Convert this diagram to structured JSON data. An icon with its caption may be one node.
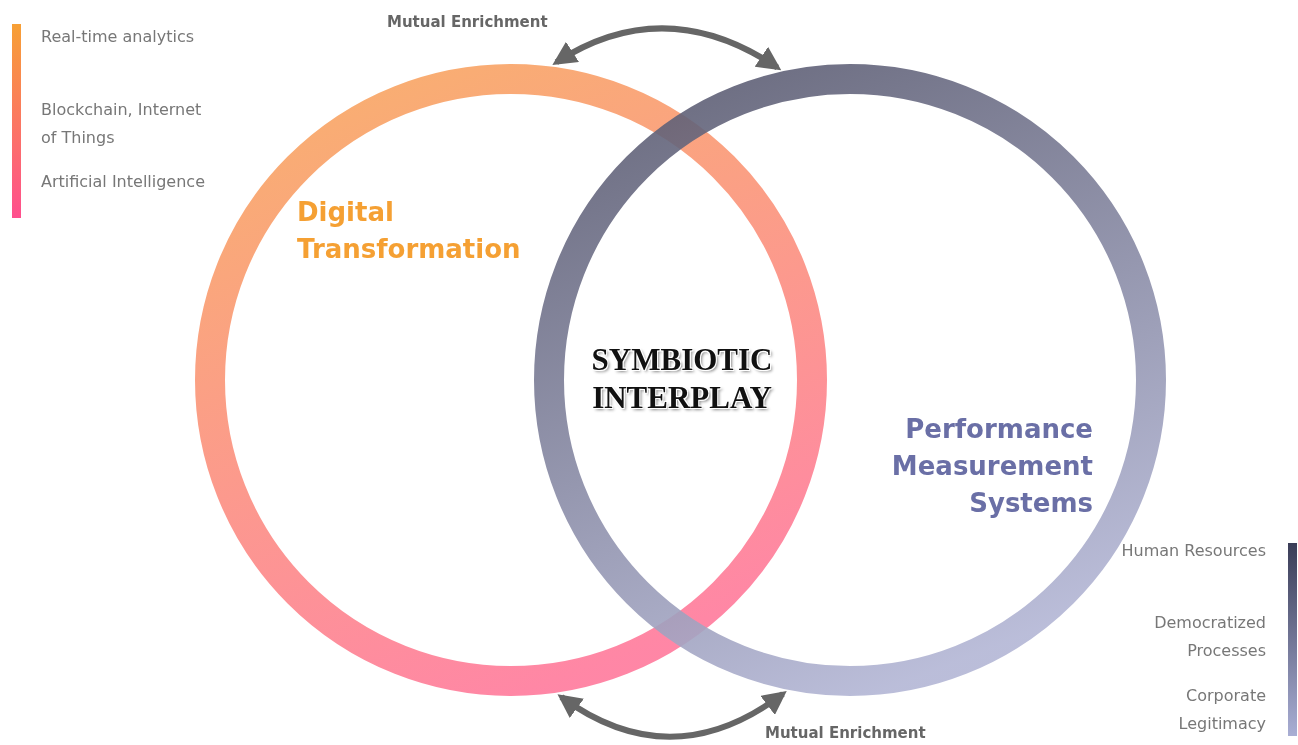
{
  "diagram": {
    "nodes": [
      {
        "text": [
          "Digital Transformation"
        ]
      },
      {
        "text": [
          "Performance Measurement Systems"
        ]
      }
    ],
    "edges": [
      {
        "from": 0,
        "to": 1,
        "arrow": "both",
        "label": "Mutual Enrichment"
      },
      {
        "from": 0,
        "to": 1,
        "arrow": "both",
        "label": "Mutual Enrichment"
      }
    ],
    "labels": [
      "Real-time analytics",
      "Blockchain, Internet of Things",
      "Artificial Intelligence",
      "SYMBIOTIC INTERPLAY",
      "Human Resources",
      "Democratized Processes",
      "Corporate Legitimacy"
    ]
  }
}
